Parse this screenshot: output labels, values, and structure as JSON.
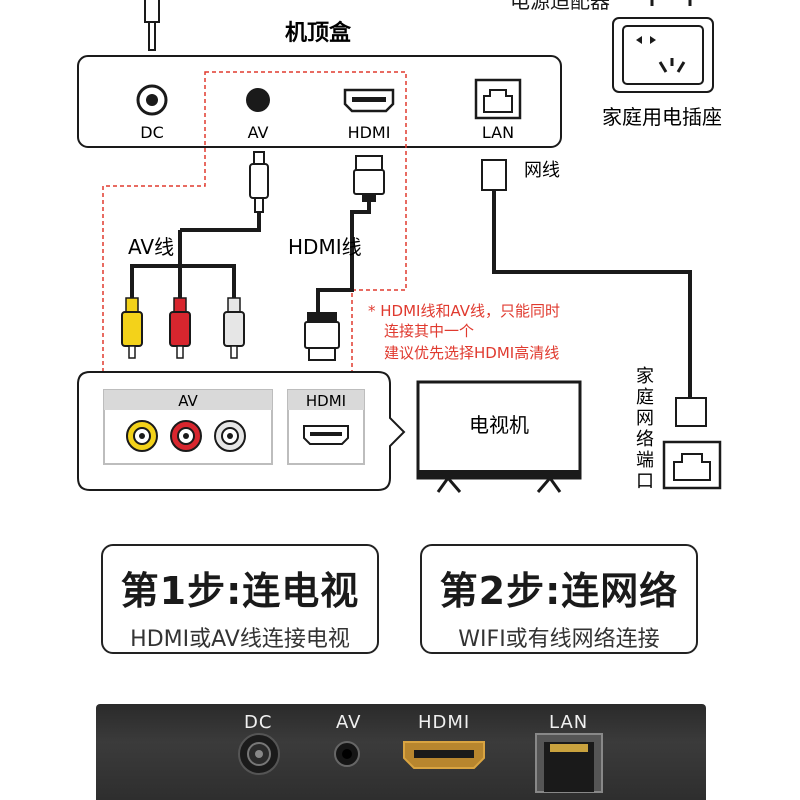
{
  "colors": {
    "accent": "#e03a2f",
    "line": "#1a1a1a",
    "yellow": "#f3d21a",
    "red": "#d8262e",
    "white": "#e6e6e6"
  },
  "header": {
    "adapter_label_partial": "电源适配器"
  },
  "stb": {
    "title": "机顶盒",
    "ports": [
      "DC",
      "AV",
      "HDMI",
      "LAN"
    ]
  },
  "socket": {
    "label": "家庭用电插座"
  },
  "cables": {
    "network": "网线",
    "av": "AV线",
    "hdmi": "HDMI线"
  },
  "note": {
    "lines": [
      "* HDMI线和AV线，只能同时",
      "连接其中一个",
      "建议优先选择HDMI高清线"
    ]
  },
  "tv": {
    "av_label": "AV",
    "hdmi_label": "HDMI",
    "name": "电视机"
  },
  "wall_port": {
    "label_chars": [
      "家",
      "庭",
      "网",
      "络",
      "端",
      "口"
    ]
  },
  "steps": [
    {
      "title": "第1步:连电视",
      "desc": "HDMI或AV线连接电视"
    },
    {
      "title": "第2步:连网络",
      "desc": "WIFI或有线网络连接"
    }
  ],
  "photo": {
    "labels": [
      "DC",
      "AV",
      "HDMI",
      "LAN"
    ]
  }
}
